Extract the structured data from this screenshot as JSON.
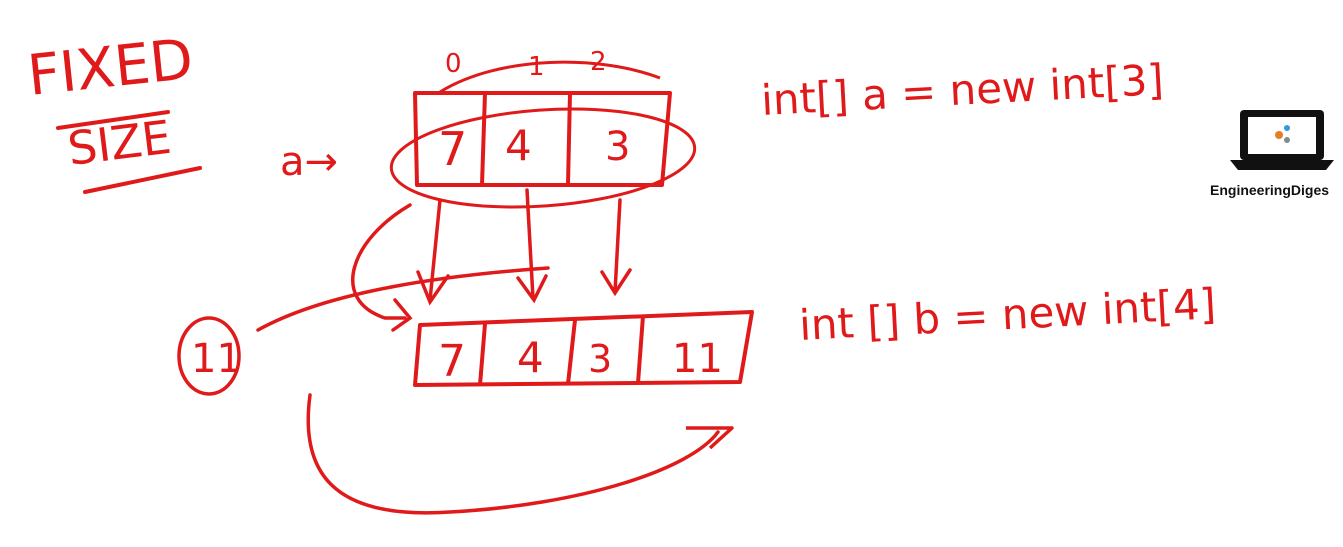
{
  "colors": {
    "ink": "#e01a1a",
    "logo_dark": "#111111",
    "background": "#ffffff"
  },
  "heading": {
    "line1": "FIXED",
    "line2": "SIZE"
  },
  "array_a": {
    "pointer_label": "a→",
    "indices": [
      "0",
      "1",
      "2"
    ],
    "values": [
      "7",
      "4",
      "3"
    ],
    "declaration": "int[] a = new int[3]"
  },
  "array_b": {
    "values": [
      "7",
      "4",
      "3",
      "11"
    ],
    "declaration": "int [] b = new int[4]"
  },
  "new_element": {
    "value": "11"
  },
  "logo": {
    "icon": "laptop-gears-icon",
    "text": "EngineeringDiges"
  }
}
